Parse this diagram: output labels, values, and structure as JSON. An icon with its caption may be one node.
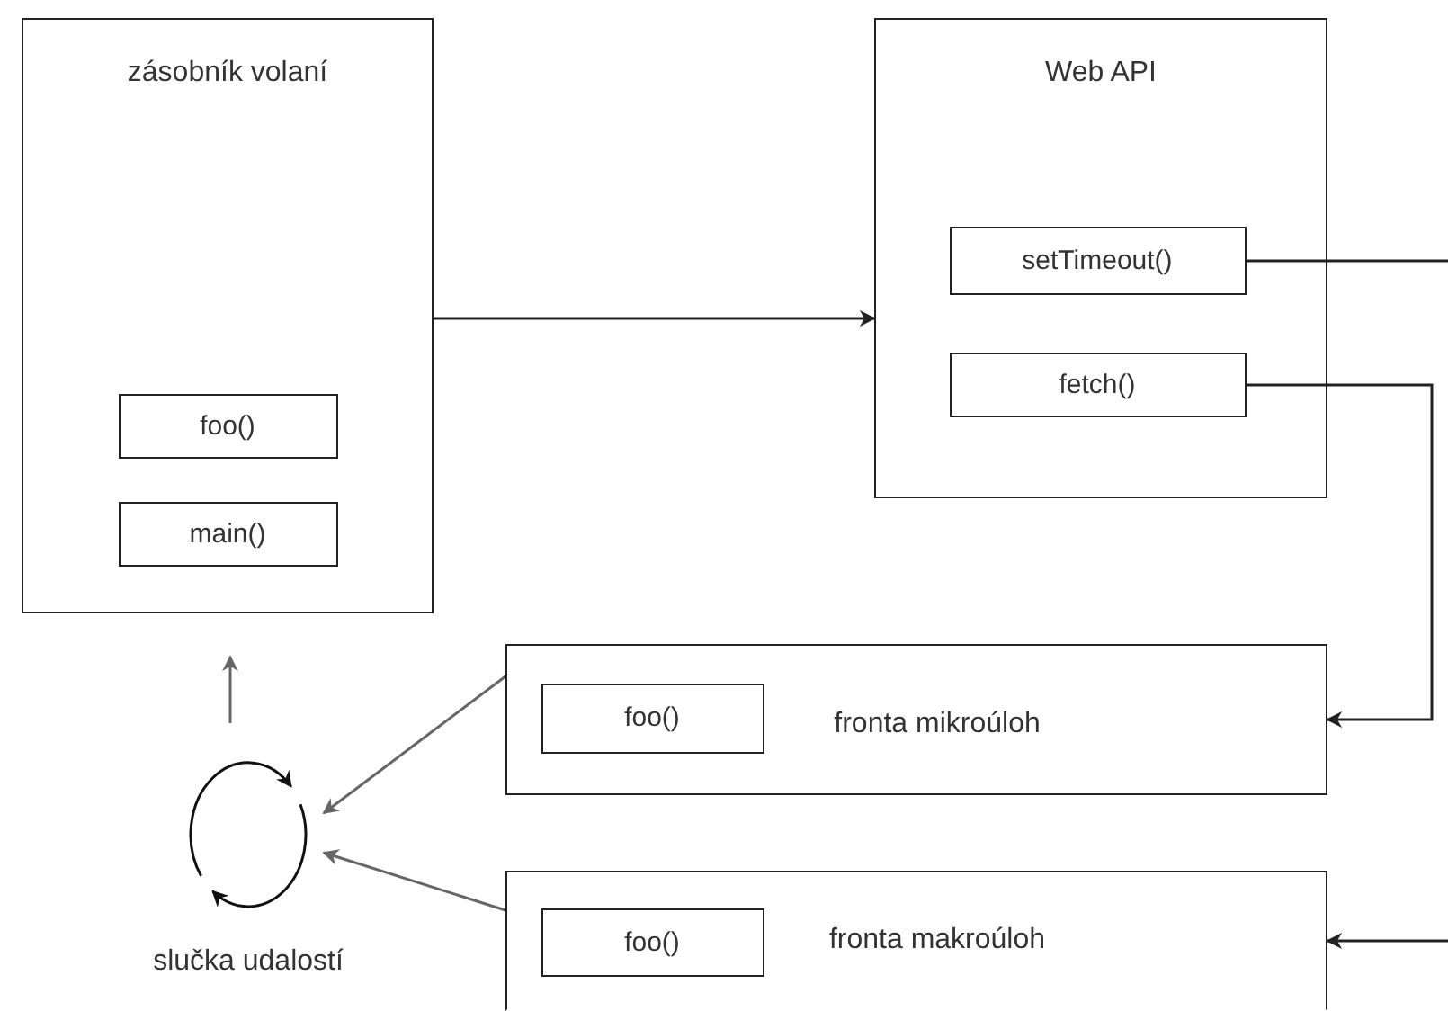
{
  "diagram": {
    "nodes": [
      {
        "text": [
          "zásobník volaní"
        ]
      },
      {
        "text": [
          "foo()"
        ],
        "in": 0
      },
      {
        "text": [
          "main()"
        ],
        "in": 0
      },
      {
        "text": [
          "Web API"
        ]
      },
      {
        "text": [
          "setTimeout()"
        ],
        "in": 3
      },
      {
        "text": [
          "fetch()"
        ],
        "in": 3
      },
      {
        "text": [
          "fronta mikroúloh"
        ]
      },
      {
        "text": [
          "foo()"
        ],
        "in": 6
      },
      {
        "text": [
          "fronta makroúloh"
        ]
      },
      {
        "text": [
          "foo()"
        ],
        "in": 8
      },
      {
        "text": [],
        "shape": "circle",
        "beside": [
          "slučka udalostí"
        ]
      }
    ],
    "edges": [
      {
        "from": 0,
        "to": 3,
        "arrow": "to"
      },
      {
        "from": 4,
        "to": null,
        "arrow": "none"
      },
      {
        "from": 5,
        "to": 6,
        "arrow": "to"
      },
      {
        "from": null,
        "to": 8,
        "arrow": "to"
      },
      {
        "from": 6,
        "to": 10,
        "arrow": "to",
        "color": "#666666"
      },
      {
        "from": 8,
        "to": 10,
        "arrow": "to",
        "color": "#666666"
      },
      {
        "from": 10,
        "to": 0,
        "arrow": "to",
        "color": "#666666"
      }
    ]
  }
}
